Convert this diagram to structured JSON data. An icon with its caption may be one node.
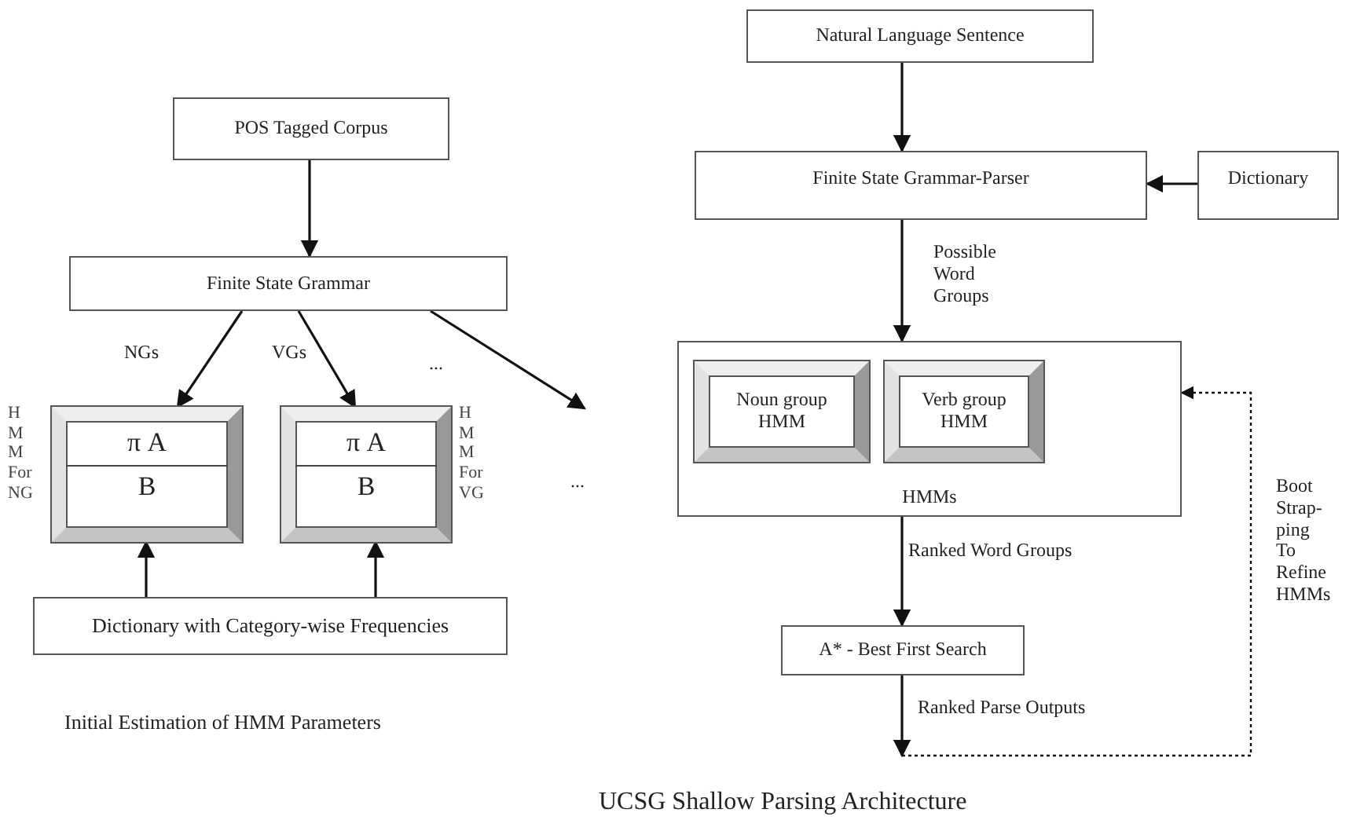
{
  "diagram": {
    "nodes": [
      {
        "text": [
          "POS Tagged Corpus"
        ]
      },
      {
        "text": [
          "Finite State Grammar"
        ]
      },
      {
        "text": [
          "π A",
          "B"
        ],
        "beside": [
          "H M M For NG"
        ]
      },
      {
        "text": [
          "π A",
          "B"
        ],
        "beside": [
          "H M M For VG"
        ]
      },
      {
        "text": [
          "Dictionary with Category-wise Frequencies"
        ]
      },
      {
        "text": [
          "Natural Language Sentence"
        ]
      },
      {
        "text": [
          "Finite State Grammar-Parser"
        ]
      },
      {
        "text": [
          "Dictionary"
        ]
      },
      {
        "text": [
          "HMMs"
        ]
      },
      {
        "text": [
          "Noun group HMM"
        ],
        "in": 8
      },
      {
        "text": [
          "Verb group HMM"
        ],
        "in": 8
      },
      {
        "text": [
          "A* - Best First Search"
        ]
      }
    ],
    "edges": [
      {
        "from": 0,
        "to": 1,
        "arrow": "to"
      },
      {
        "from": 1,
        "to": 2,
        "arrow": "to",
        "label": "NGs"
      },
      {
        "from": 1,
        "to": 3,
        "arrow": "to",
        "label": "VGs"
      },
      {
        "from": 1,
        "to": null,
        "arrow": "to"
      },
      {
        "from": 4,
        "to": 2,
        "arrow": "to"
      },
      {
        "from": 4,
        "to": 3,
        "arrow": "to"
      },
      {
        "from": 5,
        "to": 6,
        "arrow": "to"
      },
      {
        "from": 7,
        "to": 6,
        "arrow": "to"
      },
      {
        "from": 6,
        "to": 8,
        "arrow": "to",
        "label": "Possible Word Groups"
      },
      {
        "from": 8,
        "to": 11,
        "arrow": "to",
        "label": "Ranked Word Groups"
      },
      {
        "from": 11,
        "to": null,
        "arrow": "to",
        "label": "Ranked Parse Outputs"
      },
      {
        "from": null,
        "to": 8,
        "arrow": "to",
        "style": "dashed",
        "label": "Boot Strap- ping To Refine HMMs"
      }
    ],
    "labels": [
      "...",
      "...",
      "Initial Estimation of HMM Parameters",
      "UCSG Shallow Parsing Architecture"
    ]
  }
}
